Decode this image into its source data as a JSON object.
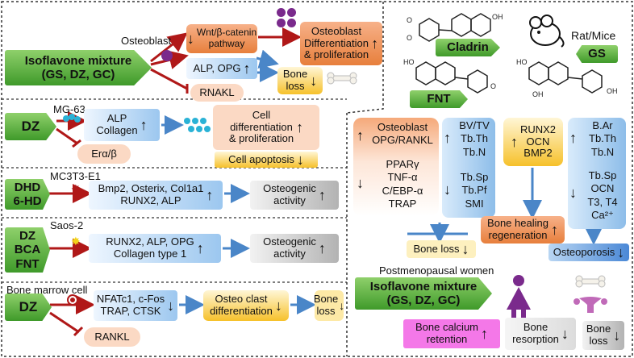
{
  "left": {
    "row1": {
      "cell_label": "Osteoblast",
      "source": {
        "line1": "Isoflavone mixture",
        "line2": "(GS, DZ, GC)"
      },
      "pathway": {
        "line1": "Wnt/β-catenin",
        "line2": "pathway",
        "arrow": "↓"
      },
      "alp_opg": {
        "text": "ALP, OPG",
        "arrow": "↑"
      },
      "rankl": "RNAKL",
      "differentiation": {
        "line1": "Osteoblast",
        "line2": "Differentiation",
        "line3": "& proliferation",
        "arrow": "↑"
      },
      "bone_loss": {
        "line1": "Bone",
        "line2": "loss",
        "arrow": "↓"
      }
    },
    "row2": {
      "cell_label": "MG-63",
      "source": "DZ",
      "markers": {
        "line1": "ALP",
        "line2": "Collagen",
        "arrow": "↑"
      },
      "receptor": "Erα/β",
      "differentiation": {
        "line1": "Cell",
        "line2": "differentiation",
        "line3": "& proliferation",
        "arrow": "↑"
      },
      "apoptosis": {
        "text": "Cell apoptosis",
        "arrow": "↓"
      }
    },
    "row3": {
      "cell_label": "MC3T3-E1",
      "source": {
        "line1": "DHD",
        "line2": "6-HD"
      },
      "markers": {
        "line1": "Bmp2, Osterix, Col1a1",
        "line2": "RUNX2, ALP",
        "arrow": "↑"
      },
      "activity": {
        "line1": "Osteogenic",
        "line2": "activity",
        "arrow": "↑"
      }
    },
    "row4": {
      "cell_label": "Saos-2",
      "source": {
        "line1": "DZ",
        "line2": "BCA",
        "line3": "FNT"
      },
      "markers": {
        "line1": "RUNX2, ALP, OPG",
        "line2": "Collagen type 1",
        "arrow": "↑"
      },
      "activity": {
        "line1": "Osteogenic",
        "line2": "activity",
        "arrow": "↑"
      }
    },
    "row5": {
      "cell_label": "Bone marrow cell",
      "source": "DZ",
      "markers": {
        "line1": "NFATc1, c-Fos",
        "line2": "TRAP, CTSK",
        "arrow": "↓"
      },
      "osteoclast": {
        "line1": "Osteo clast",
        "line2": "differentiation",
        "arrow": "↓"
      },
      "bone_loss": {
        "line1": "Bone",
        "line2": "loss",
        "arrow": "↓"
      },
      "rankl": "RANKL"
    }
  },
  "right": {
    "compounds": {
      "cladrin": "Cladrin",
      "fnt": "FNT",
      "gs": "GS",
      "animal": "Rat/Mice"
    },
    "col1": {
      "top": [
        "Osteoblast",
        "OPG/RANKL"
      ],
      "top_arrow": "↑",
      "bottom": [
        "PPARγ",
        "TNF-α",
        "C/EBP-α",
        "TRAP"
      ],
      "bottom_arrow": "↓"
    },
    "col2": {
      "top": [
        "BV/TV",
        "Tb.Th",
        "Tb.N"
      ],
      "top_arrow": "↑",
      "bottom": [
        "Tb.Sp",
        "Tb.Pf",
        "SMI"
      ],
      "bottom_arrow": "↓"
    },
    "col3": {
      "items": [
        "RUNX2",
        "OCN",
        "BMP2"
      ],
      "arrow": "↑"
    },
    "col4": {
      "top": [
        "B.Ar",
        "Tb.Th",
        "Tb.N"
      ],
      "top_arrow": "↑",
      "bottom": [
        "Tb.Sp",
        "OCN",
        "T3, T4",
        "Ca²⁺"
      ],
      "bottom_arrow": "↓"
    },
    "bone_loss": {
      "text": "Bone loss",
      "arrow": "↓"
    },
    "bone_healing": {
      "line1": "Bone healing",
      "line2": "regeneration",
      "arrow": "↑"
    },
    "osteoporosis": {
      "text": "Osteoporosis",
      "arrow": "↓"
    },
    "women_label": "Postmenopausal women",
    "source": {
      "line1": "Isoflavone mixture",
      "line2": "(GS, DZ, GC)"
    },
    "calcium": {
      "line1": "Bone calcium",
      "line2": "retention",
      "arrow": "↑"
    },
    "resorption": {
      "line1": "Bone",
      "line2": "resorption",
      "arrow": "↓"
    },
    "loss": {
      "line1": "Bone",
      "line2": "loss",
      "arrow": "↓"
    }
  },
  "colors": {
    "green": "#4caf32",
    "red": "#b01818",
    "blue": "#4a86c8",
    "orange": "#e77f3c",
    "yellow": "#f6c12b",
    "purple": "#7a2a8c",
    "pink": "#f478e8"
  }
}
